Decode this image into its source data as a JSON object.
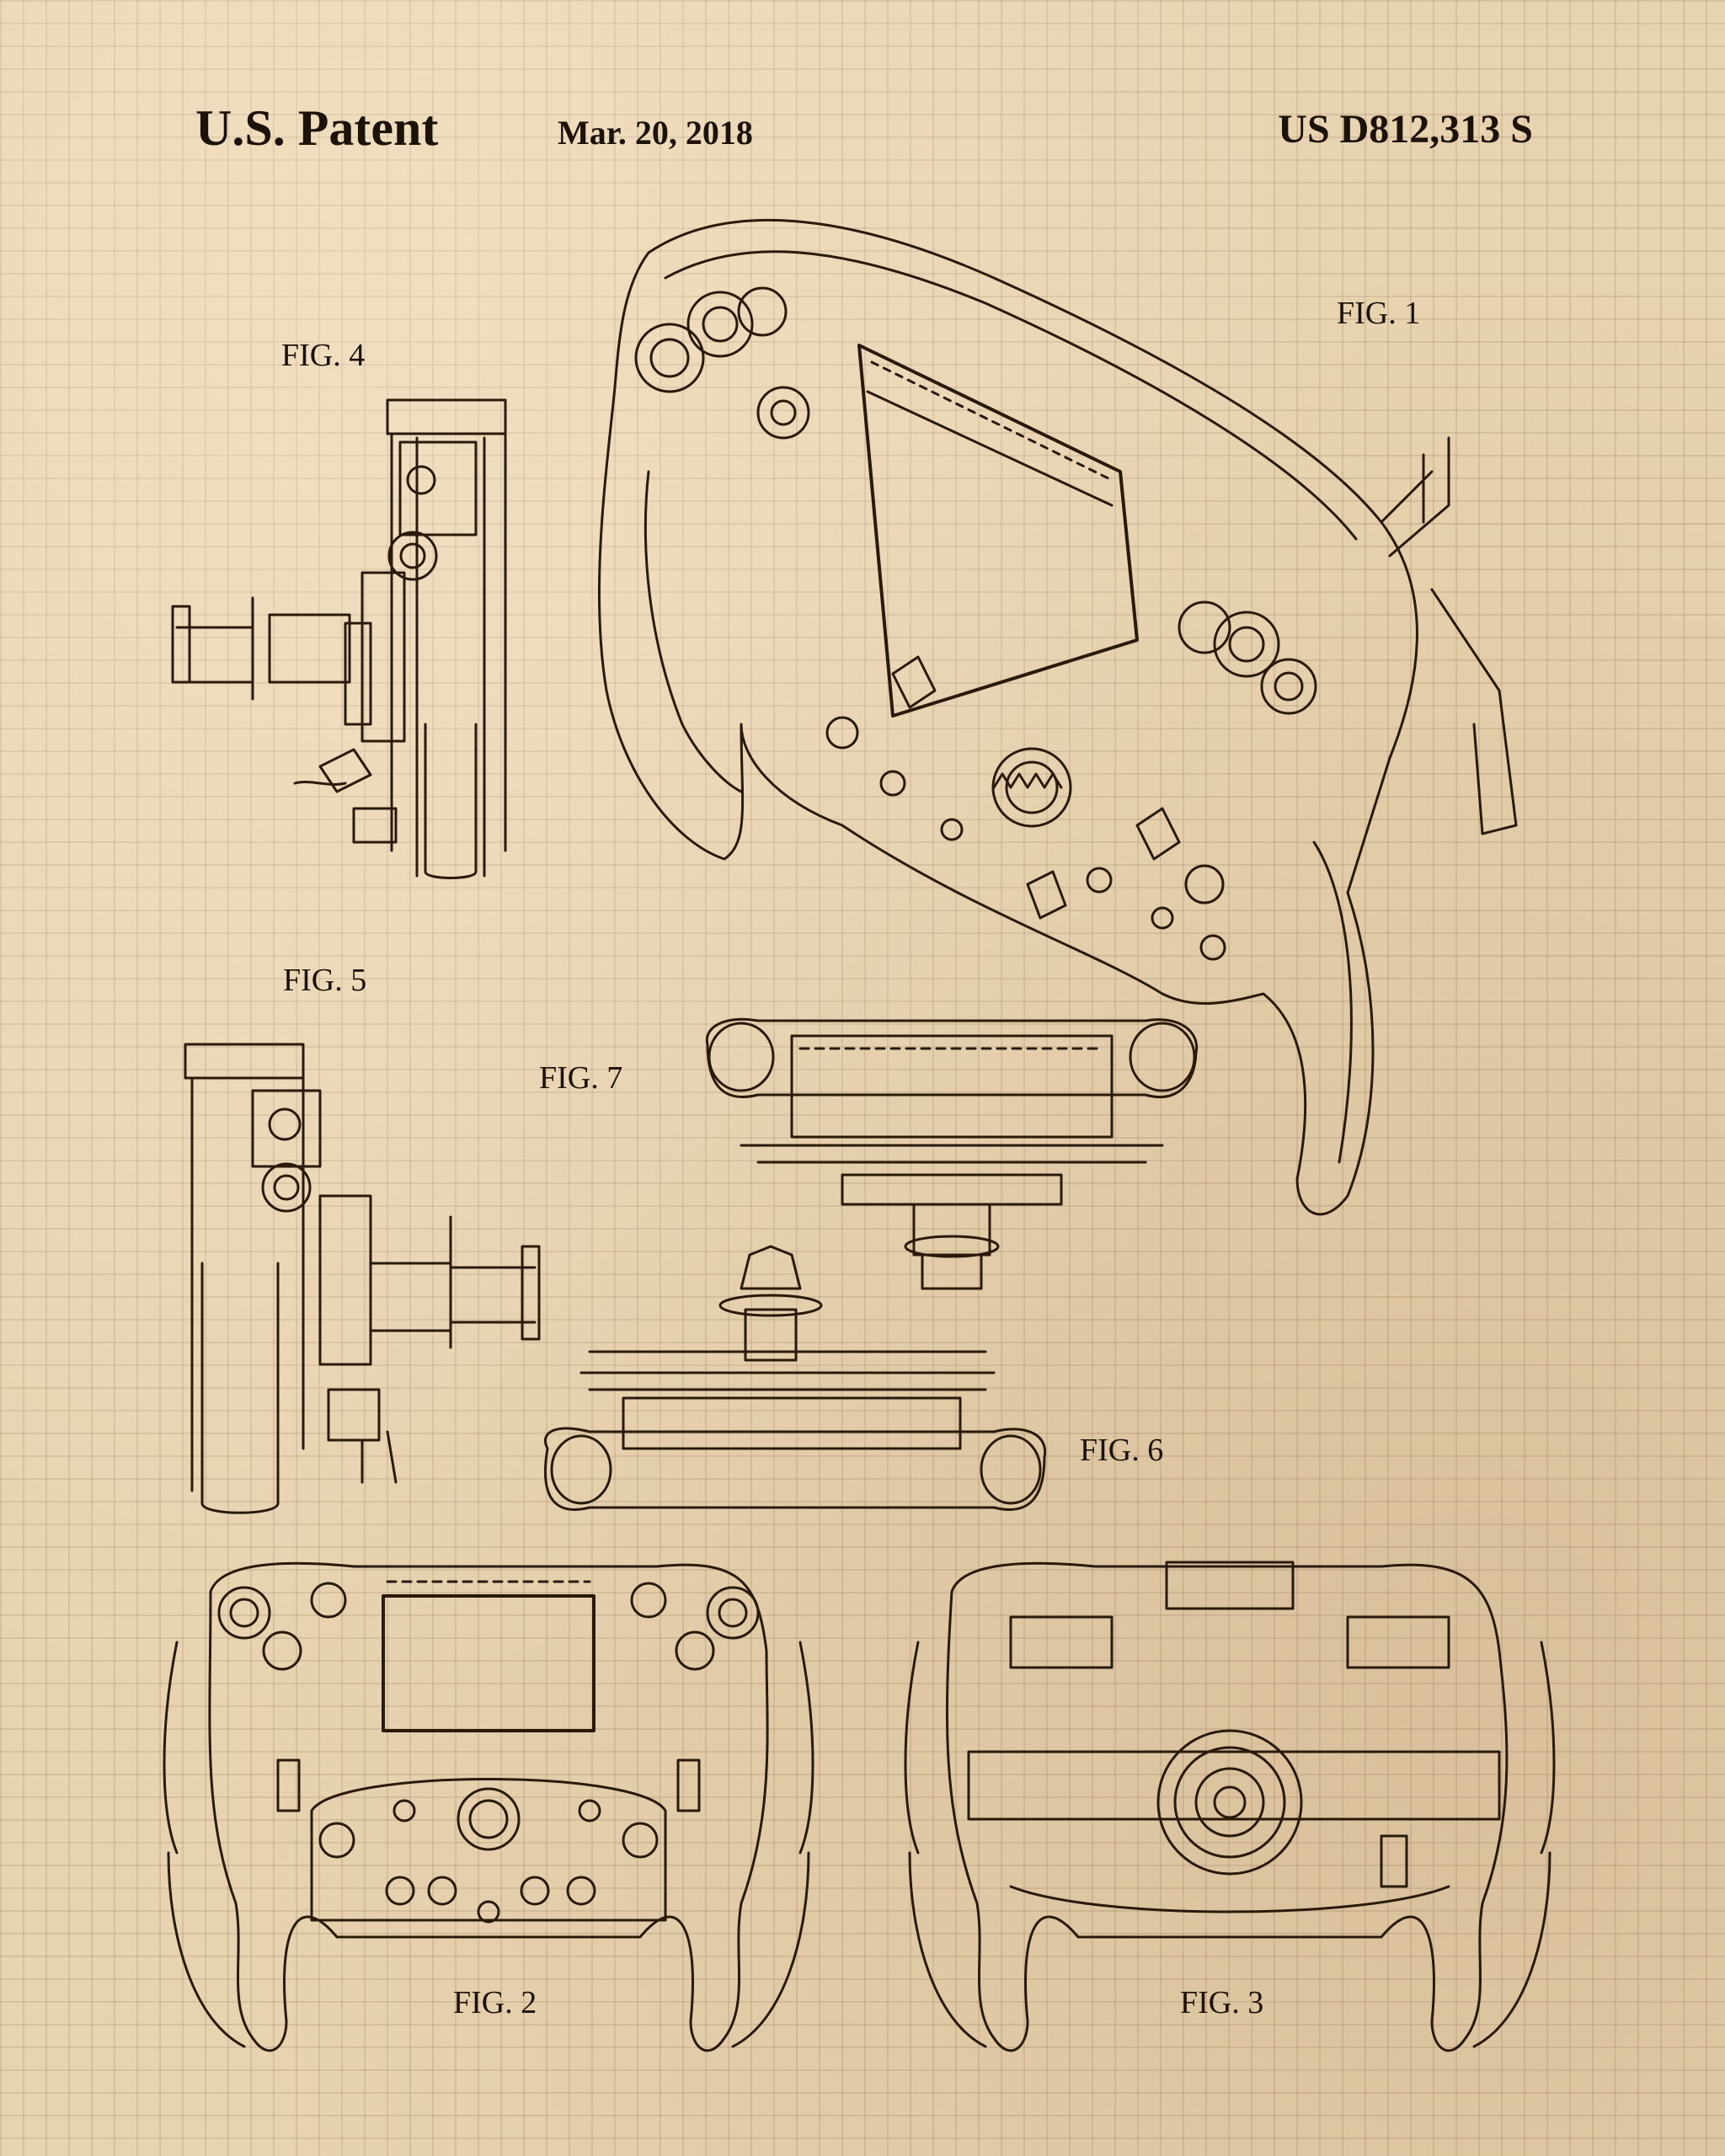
{
  "header": {
    "title": "U.S. Patent",
    "date": "Mar. 20, 2018",
    "patent_number": "US D812,313 S"
  },
  "figures": {
    "fig1": "FIG. 1",
    "fig2": "FIG. 2",
    "fig3": "FIG. 3",
    "fig4": "FIG. 4",
    "fig5": "FIG. 5",
    "fig6": "FIG. 6",
    "fig7": "FIG. 7"
  },
  "colors": {
    "paper": "#e8d3b0",
    "grid": "#9a7a55",
    "ink": "#2a1a0c"
  }
}
